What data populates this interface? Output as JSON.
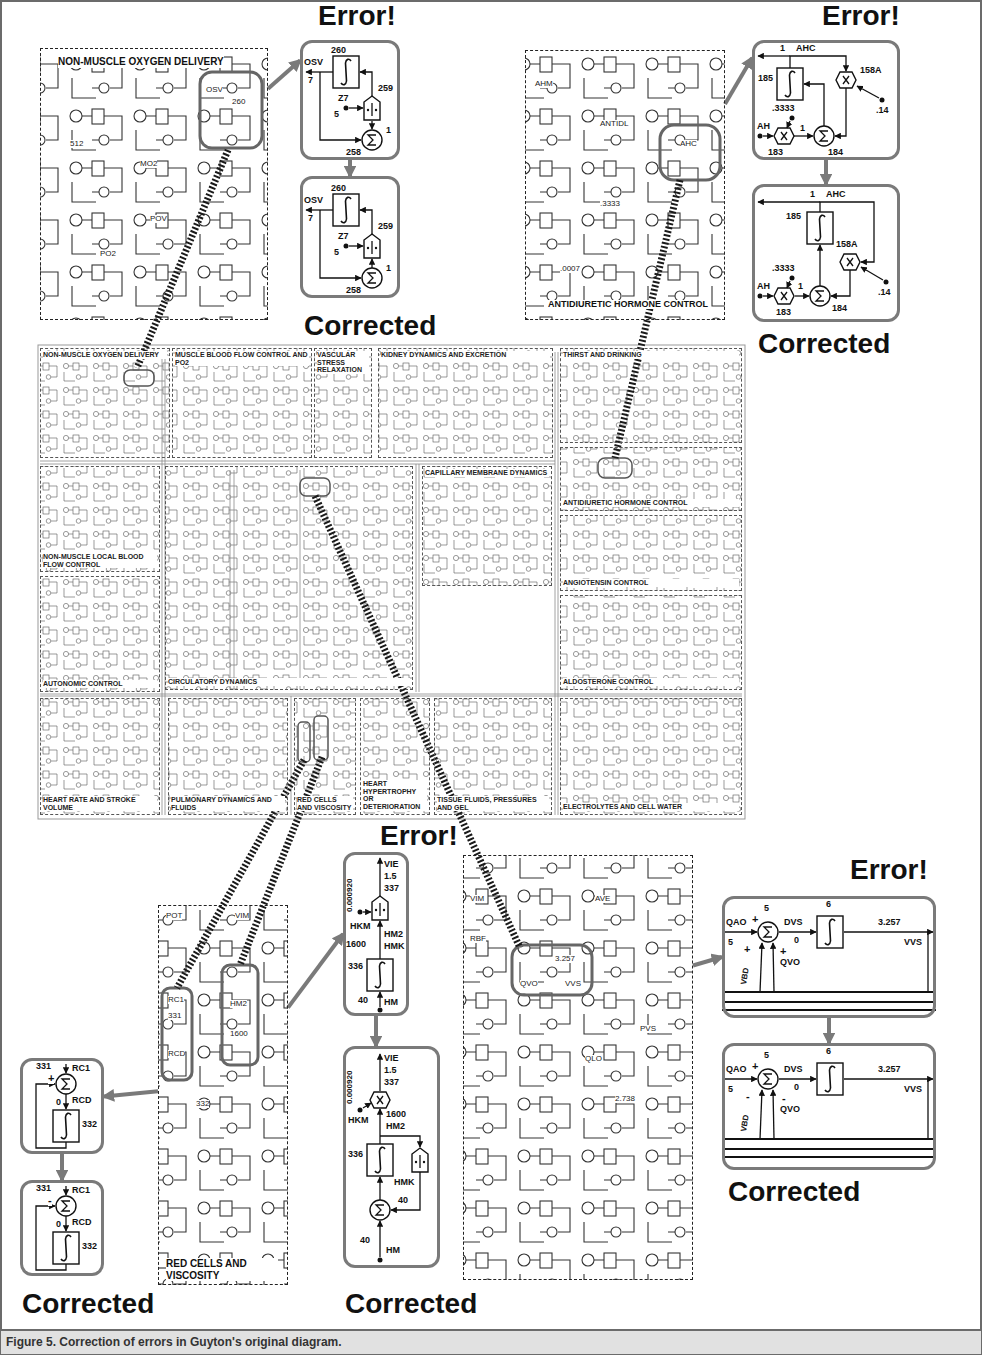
{
  "diagram": {
    "caption": "Figure 5. Correction of errors in Guyton's original diagram.",
    "nodes": [
      {
        "text": [
          "NON-MUSCLE OXYGEN DELIVERY",
          "OSV",
          "260",
          "512",
          "MO2",
          "POV",
          "PO2"
        ]
      },
      {
        "text": [
          "Error!",
          "260",
          "OSV",
          "7",
          "Z7",
          "5",
          "259",
          "258",
          "1"
        ]
      },
      {
        "text": [
          "260",
          "OSV",
          "7",
          "Z7",
          "5",
          "259",
          "258",
          "1",
          "Corrected"
        ]
      },
      {
        "text": [
          "AHM",
          "ANTIDL",
          "AHC",
          ".3333",
          ".0007",
          "ANTIDIURETIC HORMONE CONTROL"
        ]
      },
      {
        "text": [
          "Error!",
          "1",
          "AHC",
          "185",
          "158A",
          ".14",
          ".3333",
          "AH",
          "1",
          "183",
          "184"
        ]
      },
      {
        "text": [
          "1",
          "AHC",
          "185",
          "158A",
          ".3333",
          ".14",
          "AH",
          "1",
          "183",
          "184",
          "Corrected"
        ]
      },
      {
        "text": [
          "NON-MUSCLE OXYGEN DELIVERY"
        ]
      },
      {
        "text": [
          "MUSCLE BLOOD FLOW CONTROL AND PO2"
        ]
      },
      {
        "text": [
          "VASCULAR STRESS RELAXATION"
        ]
      },
      {
        "text": [
          "KIDNEY DYNAMICS AND EXCRETION"
        ]
      },
      {
        "text": [
          "THIRST AND DRINKING"
        ]
      },
      {
        "text": [
          "NON-MUSCLE LOCAL BLOOD FLOW CONTROL"
        ]
      },
      {
        "text": [
          "CIRCULATORY DYNAMICS"
        ]
      },
      {
        "text": [
          "CAPILLARY MEMBRANE DYNAMICS"
        ]
      },
      {
        "text": [
          "ANTIDIURETIC HORMONE CONTROL"
        ]
      },
      {
        "text": [
          "ANGIOTENSIN CONTROL"
        ]
      },
      {
        "text": [
          "ALDOSTERONE CONTROL"
        ]
      },
      {
        "text": [
          "AUTONOMIC CONTROL"
        ]
      },
      {
        "text": [
          "HEART RATE AND STROKE VOLUME"
        ]
      },
      {
        "text": [
          "PULMONARY DYNAMICS AND FLUIDS"
        ]
      },
      {
        "text": [
          "RED CELLS AND VISCOSITY"
        ]
      },
      {
        "text": [
          "HEART HYPERTROPHY OR DETERIORATION"
        ]
      },
      {
        "text": [
          "TISSUE FLUIDS, PRESSURES AND GEL"
        ]
      },
      {
        "text": [
          "ELECTROLYTES AND CELL WATER"
        ]
      },
      {
        "text": [
          "POT",
          "VIM",
          "RC1",
          "331",
          "HM2",
          "1600",
          "RCD",
          "332",
          "RED CELLS AND VISCOSITY"
        ]
      },
      {
        "text": [
          "331",
          "+",
          "RC1",
          "0",
          "RCD",
          "332"
        ]
      },
      {
        "text": [
          "331",
          "-",
          "RC1",
          "0",
          "RCD",
          "332",
          "Corrected"
        ]
      },
      {
        "text": [
          "Error!",
          "VIE",
          "1.5",
          "337",
          "0.000920",
          "HKM",
          "HM2",
          "HMK",
          "1600",
          "336",
          "40",
          "HM"
        ]
      },
      {
        "text": [
          "VIE",
          "1.5",
          "337",
          "0.000920",
          "HKM",
          "1600",
          "HM2",
          "336",
          "HMK",
          "40",
          "40",
          "HM",
          "Corrected"
        ]
      },
      {
        "text": [
          "VIM",
          "AVE",
          "RBF",
          "3.257",
          "QVO",
          "VVS",
          "PVS",
          "QLO",
          "2.738"
        ]
      },
      {
        "text": [
          "Error!",
          "5",
          "QAO",
          "+",
          "DVS",
          "6",
          "3.257",
          "5",
          "0",
          "VVS",
          "+",
          "VBD",
          "+",
          "QVO"
        ]
      },
      {
        "text": [
          "5",
          "QAO",
          "+",
          "DVS",
          "6",
          "3.257",
          "5",
          "0",
          "VVS",
          "-",
          "VBD",
          "-",
          "QVO",
          "Corrected"
        ]
      }
    ],
    "edges": [
      {
        "from": 0,
        "to": 1,
        "arrow": "to"
      },
      {
        "from": 1,
        "to": 2,
        "arrow": "to"
      },
      {
        "from": 3,
        "to": 4,
        "arrow": "to"
      },
      {
        "from": 4,
        "to": 5,
        "arrow": "to"
      },
      {
        "from": 24,
        "to": 25,
        "arrow": "to"
      },
      {
        "from": 25,
        "to": 26,
        "arrow": "to"
      },
      {
        "from": 24,
        "to": 27,
        "arrow": "to"
      },
      {
        "from": 27,
        "to": 28,
        "arrow": "to"
      },
      {
        "from": 29,
        "to": 30,
        "arrow": "to"
      },
      {
        "from": 30,
        "to": 31,
        "arrow": "to"
      }
    ]
  }
}
